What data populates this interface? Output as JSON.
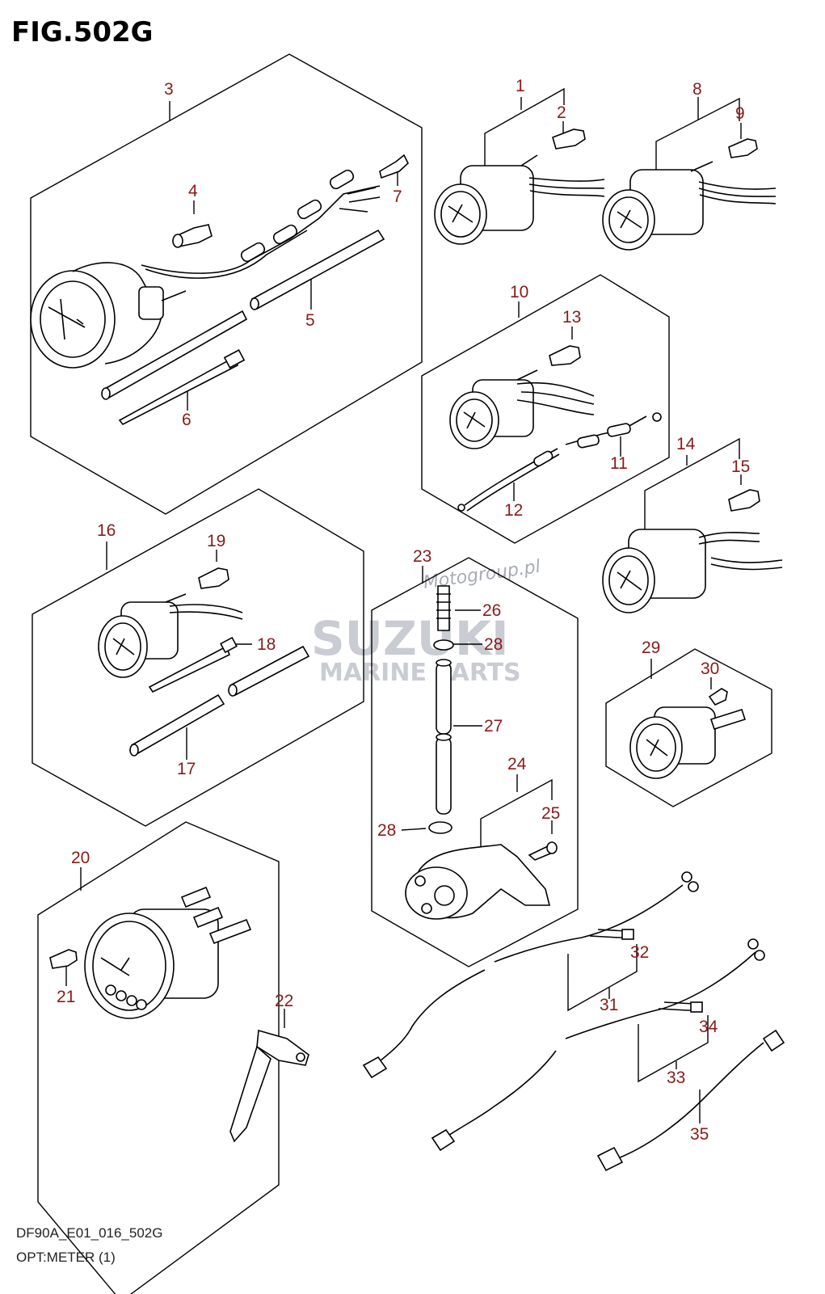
{
  "figure": {
    "title": "FIG.502G"
  },
  "footer": {
    "code": "DF90A_E01_016_502G",
    "name": "OPT:METER (1)"
  },
  "watermark": {
    "site": "Motogroup.pl",
    "brand": "SUZUKI",
    "sub": "MARINE PARTS"
  },
  "callouts": [
    {
      "id": "c1",
      "text": "1"
    },
    {
      "id": "c2",
      "text": "2"
    },
    {
      "id": "c3",
      "text": "3"
    },
    {
      "id": "c4",
      "text": "4"
    },
    {
      "id": "c5",
      "text": "5"
    },
    {
      "id": "c6",
      "text": "6"
    },
    {
      "id": "c7",
      "text": "7"
    },
    {
      "id": "c8",
      "text": "8"
    },
    {
      "id": "c9",
      "text": "9"
    },
    {
      "id": "c10",
      "text": "10"
    },
    {
      "id": "c11",
      "text": "11"
    },
    {
      "id": "c12",
      "text": "12"
    },
    {
      "id": "c13",
      "text": "13"
    },
    {
      "id": "c14",
      "text": "14"
    },
    {
      "id": "c15",
      "text": "15"
    },
    {
      "id": "c16",
      "text": "16"
    },
    {
      "id": "c17",
      "text": "17"
    },
    {
      "id": "c18",
      "text": "18"
    },
    {
      "id": "c19",
      "text": "19"
    },
    {
      "id": "c20",
      "text": "20"
    },
    {
      "id": "c21",
      "text": "21"
    },
    {
      "id": "c22",
      "text": "22"
    },
    {
      "id": "c23",
      "text": "23"
    },
    {
      "id": "c24",
      "text": "24"
    },
    {
      "id": "c25",
      "text": "25"
    },
    {
      "id": "c26",
      "text": "26"
    },
    {
      "id": "c27",
      "text": "27"
    },
    {
      "id": "c28a",
      "text": "28"
    },
    {
      "id": "c28b",
      "text": "28"
    },
    {
      "id": "c29",
      "text": "29"
    },
    {
      "id": "c30",
      "text": "30"
    },
    {
      "id": "c31",
      "text": "31"
    },
    {
      "id": "c32",
      "text": "32"
    },
    {
      "id": "c33",
      "text": "33"
    },
    {
      "id": "c34",
      "text": "34"
    },
    {
      "id": "c35",
      "text": "35"
    }
  ]
}
